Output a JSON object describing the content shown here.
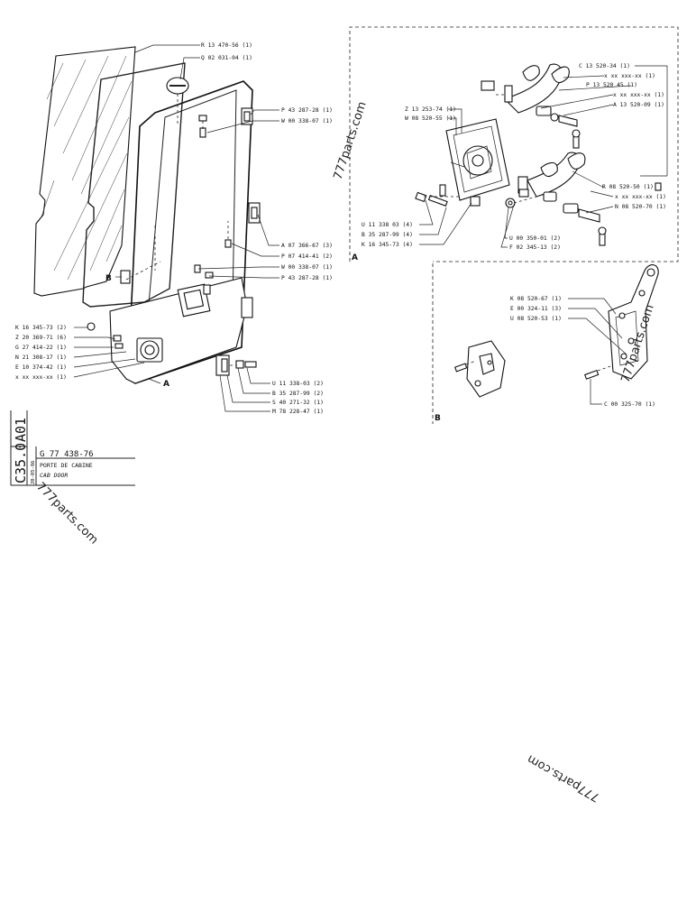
{
  "title_block": {
    "section": "A01",
    "code": "C35.0",
    "date": "20-05-86",
    "drawing_no": "G 77 438-76",
    "title_fr": "PORTE DE CABINE",
    "title_en": "CAB DOOR"
  },
  "watermarks": [
    "777parts.com",
    "777parts.com",
    "777parts.com",
    "777parts.com"
  ],
  "markers": {
    "A": "A",
    "B": "B",
    "frame_A": "A",
    "frame_B": "B"
  },
  "main_labels": [
    "R 13 470-56 (1)",
    "Q 02 031-04 (1)",
    "P 43 287-28 (1)",
    "W 00 338-07 (1)",
    "A 07 366-67 (3)",
    "P 07 414-41 (2)",
    "W 00 338-07 (1)",
    "P 43 287-28 (1)",
    "K 16 345-73 (2)",
    "Z 20 369-71 (6)",
    "G 27 414-22 (1)",
    "N 21 308-17 (1)",
    "E 10 374-42 (1)",
    "x xx xxx-xx (1)",
    "U 11 338-03 (2)",
    "B 35 287-99 (2)",
    "S 40 271-32 (1)",
    "M 78 228-47 (1)"
  ],
  "detail_a_labels": [
    "C 13 520-34 (1)",
    "x xx xxx-xx (1)",
    "P 13 520 45 (1)",
    "x xx xxx-xx (1)",
    "A 13 520-09 (1)",
    "Z 13 253-74 (1)",
    "W 08 520-55 (1)",
    "R 08 520-50 (1)",
    "x xx xxx-xx (1)",
    "N 08 520-70 (1)",
    "U 11 338 03 (4)",
    "B 35 287-99 (4)",
    "K 16 345-73 (4)",
    "U 00 350-01 (2)",
    "F 02 345-13 (2)"
  ],
  "detail_b_labels": [
    "K 08 520-67 (1)",
    "E 00 324-11 (3)",
    "U 08 520-53 (1)",
    "C 00 325-70 (1)"
  ]
}
